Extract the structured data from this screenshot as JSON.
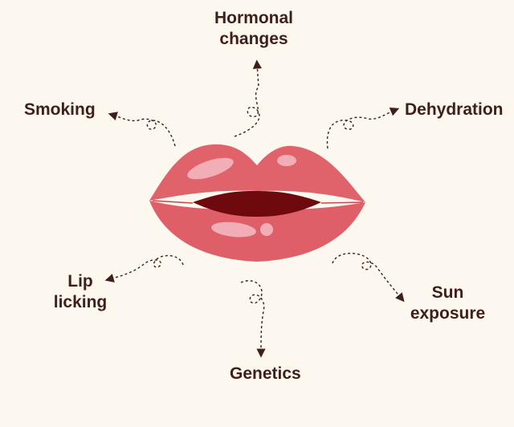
{
  "labels": {
    "hormonal_line1": "Hormonal",
    "hormonal_line2": "changes",
    "smoking": "Smoking",
    "dehydration": "Dehydration",
    "lip_line1": "Lip",
    "lip_line2": "licking",
    "sun_line1": "Sun",
    "sun_line2": "exposure",
    "genetics": "Genetics"
  },
  "colors": {
    "background": "#fcf7ef",
    "text": "#3e1f1c",
    "lips": "#e0636c",
    "mouth": "#6e0a0e",
    "highlight": "#f2aeb6"
  }
}
